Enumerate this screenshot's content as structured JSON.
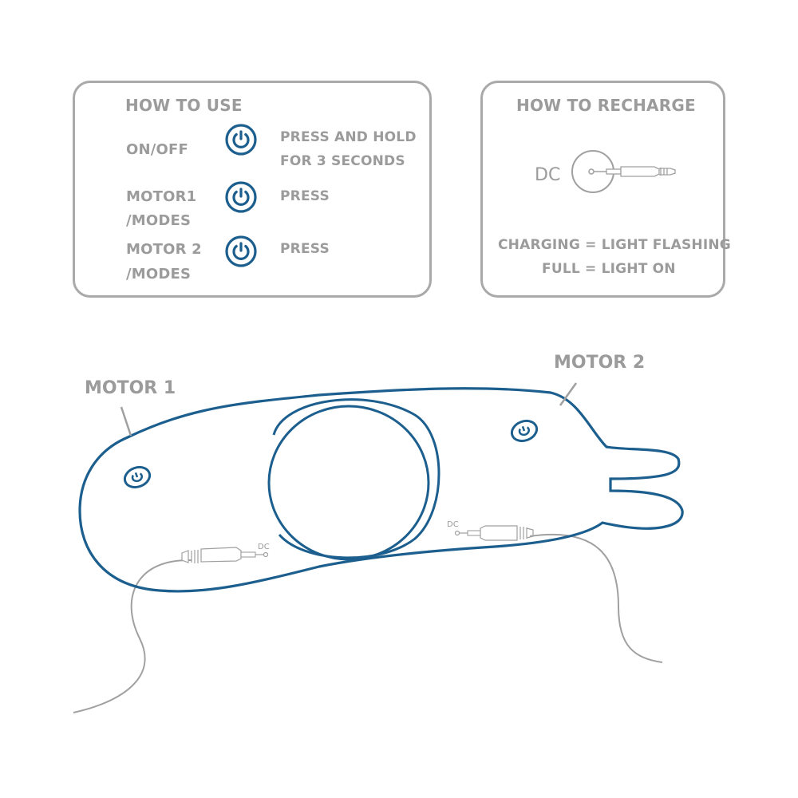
{
  "how_to_use": {
    "title": "HOW TO USE",
    "rows": [
      {
        "label_lines": [
          "ON/OFF"
        ],
        "action_lines": [
          "PRESS AND HOLD",
          "FOR 3 SECONDS"
        ],
        "icon": "power-icon"
      },
      {
        "label_lines": [
          "MOTOR1",
          "/MODES"
        ],
        "action_lines": [
          "PRESS"
        ],
        "icon": "power-icon"
      },
      {
        "label_lines": [
          "MOTOR 2",
          "/MODES"
        ],
        "action_lines": [
          "PRESS"
        ],
        "icon": "power-icon"
      }
    ]
  },
  "how_to_recharge": {
    "title": "HOW TO RECHARGE",
    "port_label": "DC",
    "status_lines": [
      "CHARGING = LIGHT FLASHING",
      "FULL = LIGHT ON"
    ]
  },
  "diagram": {
    "motor1_label": "MOTOR 1",
    "motor2_label": "MOTOR 2",
    "port_labels": [
      "DC",
      "DC"
    ]
  },
  "colors": {
    "outline_blue": "#1c5f8e",
    "text_gray": "#9b9b9b",
    "panel_border": "#a9a9a9",
    "cable_gray": "#a0a0a0"
  }
}
